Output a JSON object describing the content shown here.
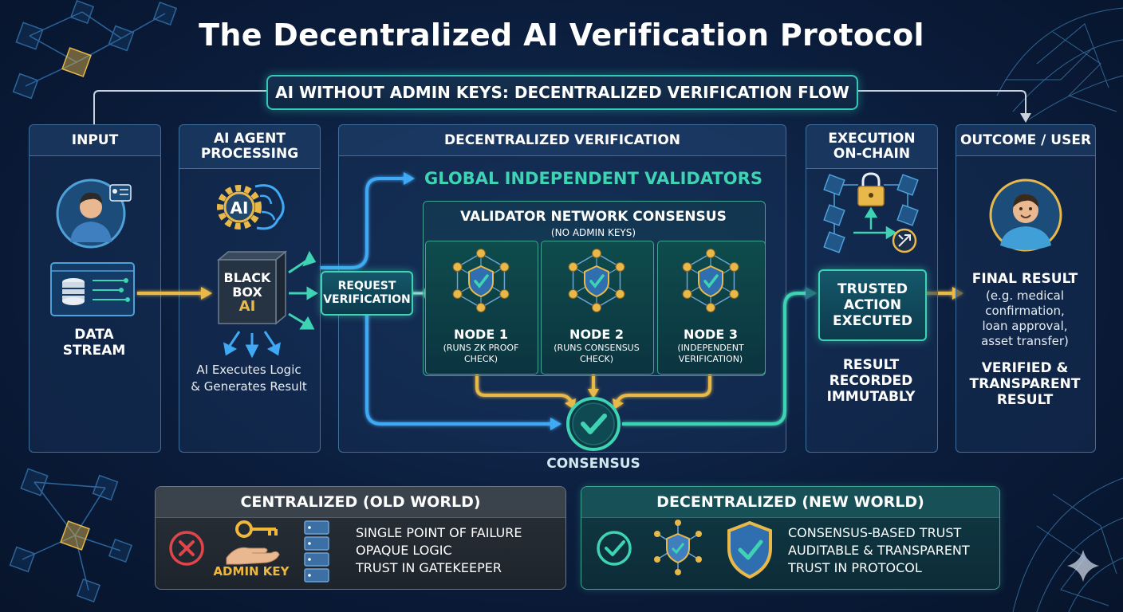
{
  "title": "The Decentralized AI Verification Protocol",
  "subtitle": "AI WITHOUT ADMIN KEYS: DECENTRALIZED VERIFICATION FLOW",
  "input": {
    "header": "INPUT",
    "label_line1": "DATA",
    "label_line2": "STREAM"
  },
  "agent": {
    "header_line1": "AI AGENT",
    "header_line2": "PROCESSING",
    "gear_text": "AI",
    "box_line1": "BLACK",
    "box_line2": "BOX",
    "box_line3": "AI",
    "caption_line1": "AI Executes Logic",
    "caption_line2": "& Generates Result"
  },
  "verification": {
    "header": "DECENTRALIZED VERIFICATION",
    "request_line1": "REQUEST",
    "request_line2": "VERIFICATION",
    "global_title": "GLOBAL INDEPENDENT VALIDATORS",
    "network_title": "VALIDATOR NETWORK CONSENSUS",
    "network_note": "(NO ADMIN KEYS)",
    "nodes": [
      {
        "name": "NODE 1",
        "desc_line1": "(RUNS ZK PROOF",
        "desc_line2": "CHECK)"
      },
      {
        "name": "NODE 2",
        "desc_line1": "(RUNS CONSENSUS",
        "desc_line2": "CHECK)"
      },
      {
        "name": "NODE 3",
        "desc_line1": "(INDEPENDENT",
        "desc_line2": "VERIFICATION)"
      }
    ],
    "consensus_label": "CONSENSUS"
  },
  "execution": {
    "header_line1": "EXECUTION",
    "header_line2": "ON-CHAIN",
    "action_line1": "TRUSTED",
    "action_line2": "ACTION",
    "action_line3": "EXECUTED",
    "record_line1": "RESULT",
    "record_line2": "RECORDED",
    "record_line3": "IMMUTABLY"
  },
  "outcome": {
    "header": "OUTCOME / USER",
    "final_title": "FINAL RESULT",
    "final_line1": "(e.g. medical",
    "final_line2": "confirmation,",
    "final_line3": "loan approval,",
    "final_line4": "asset transfer)",
    "verified_line1": "VERIFIED &",
    "verified_line2": "TRANSPARENT",
    "verified_line3": "RESULT"
  },
  "centralized": {
    "header": "CENTRALIZED (OLD WORLD)",
    "key_label": "ADMIN KEY",
    "points": [
      "SINGLE POINT OF FAILURE",
      "OPAQUE LOGIC",
      "TRUST IN GATEKEEPER"
    ]
  },
  "decentralized": {
    "header": "DECENTRALIZED (NEW WORLD)",
    "points": [
      "CONSENSUS-BASED TRUST",
      "AUDITABLE & TRANSPARENT",
      "TRUST IN PROTOCOL"
    ]
  },
  "colors": {
    "teal": "#3ed3b3",
    "blue_arrow": "#3fa9f5",
    "gold_arrow": "#e8b94a",
    "red_x": "#e0454a",
    "key_gold": "#f0b83a"
  }
}
